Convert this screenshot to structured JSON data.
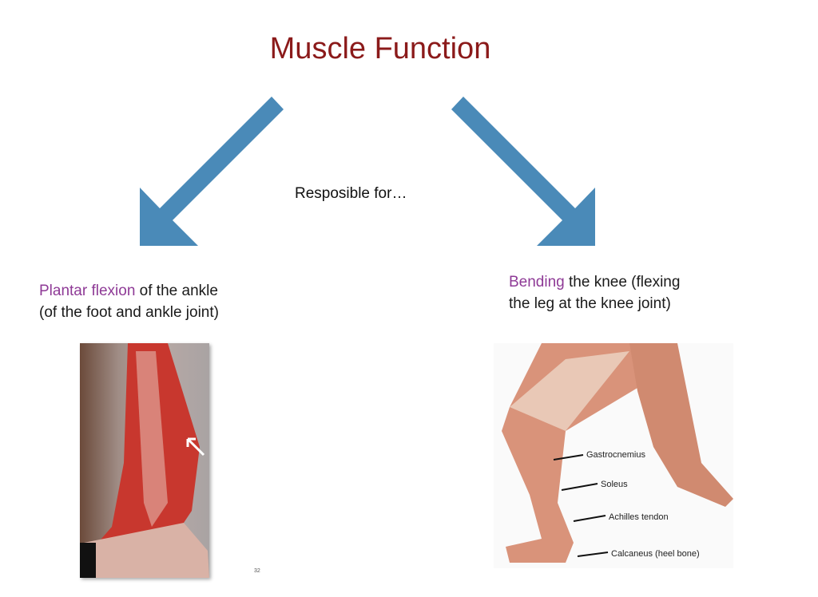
{
  "slide": {
    "title": "Muscle Function",
    "subtitle": "Resposible for…",
    "left": {
      "highlight": "Plantar flexion",
      "line1_rest": " of the ankle",
      "line2": "(of the foot and ankle joint)"
    },
    "right": {
      "highlight": "Bending",
      "line1_rest": " the knee (flexing",
      "line2": "the leg at the knee joint)"
    },
    "diagram_labels": [
      "Gastrocnemius",
      "Soleus",
      "Achilles tendon",
      "Calcaneus (heel bone)"
    ],
    "page_number": "32",
    "colors": {
      "title": "#8b1a1a",
      "highlight": "#8e3a96",
      "arrow": "#4a8ab8"
    }
  }
}
